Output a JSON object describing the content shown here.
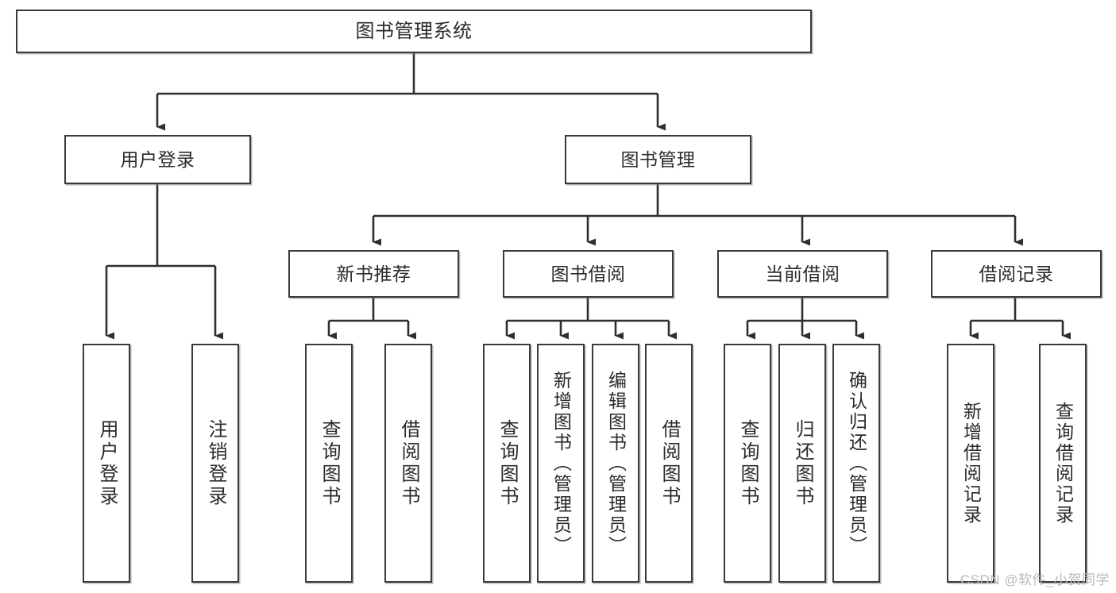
{
  "diagram": {
    "title": "图书管理系统",
    "type": "tree-hierarchy-diagram",
    "watermark": "CSDN @软件_小贺同学",
    "colors": {
      "background": "#ffffff",
      "box_border": "#3a3a3a",
      "box_fill": "#ffffff",
      "text": "#2b2b2b",
      "connector": "#3a3a3a",
      "watermark": "#b9b9b9"
    },
    "root": {
      "label": "图书管理系统"
    },
    "level2": [
      {
        "id": "user-login",
        "label": "用户登录"
      },
      {
        "id": "book-manage",
        "label": "图书管理"
      }
    ],
    "level3": [
      {
        "id": "new-book-recommend",
        "label": "新书推荐"
      },
      {
        "id": "book-borrow",
        "label": "图书借阅"
      },
      {
        "id": "current-borrow",
        "label": "当前借阅"
      },
      {
        "id": "borrow-record",
        "label": "借阅记录"
      }
    ],
    "leaves": {
      "user_login": [
        {
          "id": "leaf-user-login",
          "label": "用户登录"
        },
        {
          "id": "leaf-logout-login",
          "label": "注销登录"
        }
      ],
      "new_book_recommend": [
        {
          "id": "leaf-query-book-1",
          "label": "查询图书"
        },
        {
          "id": "leaf-borrow-book-1",
          "label": "借阅图书"
        }
      ],
      "book_borrow": [
        {
          "id": "leaf-query-book-2",
          "label": "查询图书"
        },
        {
          "id": "leaf-add-book",
          "label": "新增图书（管理员）"
        },
        {
          "id": "leaf-edit-book",
          "label": "编辑图书（管理员）"
        },
        {
          "id": "leaf-borrow-book-2",
          "label": "借阅图书"
        }
      ],
      "current_borrow": [
        {
          "id": "leaf-query-book-3",
          "label": "查询图书"
        },
        {
          "id": "leaf-return-book",
          "label": "归还图书"
        },
        {
          "id": "leaf-confirm-return",
          "label": "确认归还（管理员）"
        }
      ],
      "borrow_record": [
        {
          "id": "leaf-add-record",
          "label": "新增借阅记录"
        },
        {
          "id": "leaf-query-record",
          "label": "查询借阅记录"
        }
      ]
    }
  }
}
